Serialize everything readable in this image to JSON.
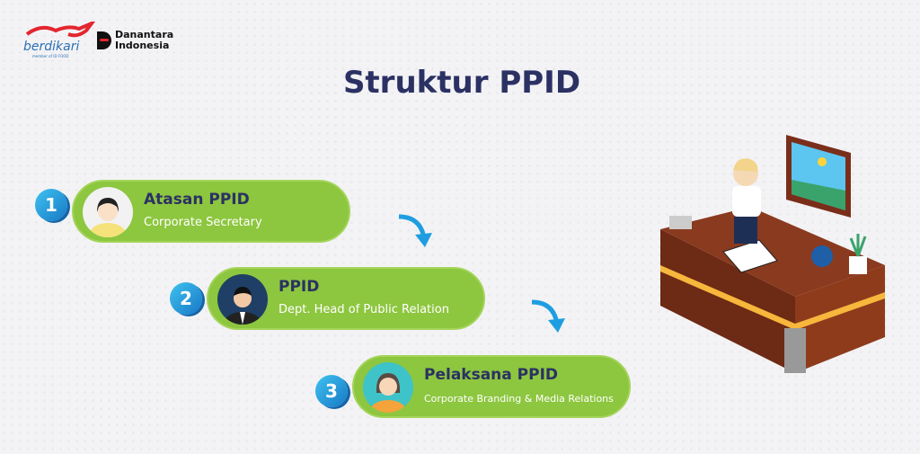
{
  "logos": {
    "berdikari": "berdikari",
    "berdikari_sub": "member of ID FOOD",
    "danantara_line1": "Danantara",
    "danantara_line2": "Indonesia"
  },
  "title": "Struktur PPID",
  "steps": [
    {
      "number": "1",
      "name": "Atasan PPID",
      "role": "Corporate Secretary"
    },
    {
      "number": "2",
      "name": "PPID",
      "role": "Dept. Head of Public Relation"
    },
    {
      "number": "3",
      "name": "Pelaksana PPID",
      "role": "Corporate Branding & Media Relations"
    }
  ],
  "colors": {
    "green": "#8dc63f",
    "navy": "#2b3163",
    "blue": "#1e9ee0"
  }
}
